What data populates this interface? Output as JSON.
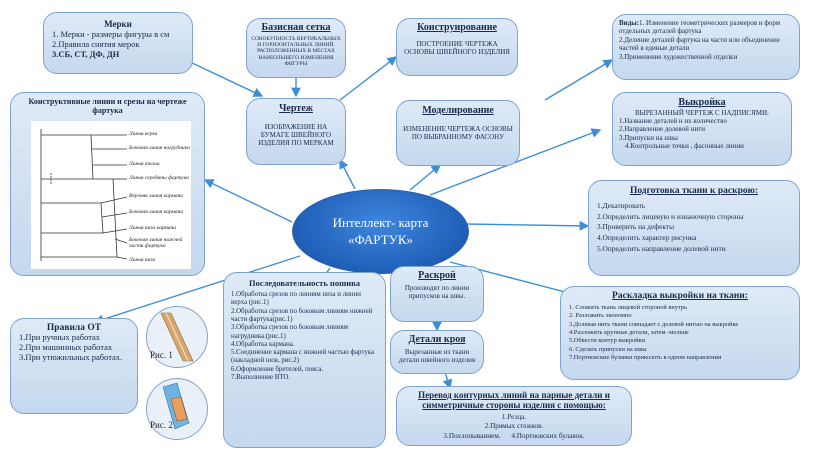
{
  "center": {
    "line1": "Интеллект- карта",
    "line2": "«ФАРТУК»"
  },
  "merki": {
    "title": "Мерки",
    "items": [
      "1. Мерки - размеры фигуры в см",
      "2.Правила снятия мерок",
      "3.СБ, СТ, ДФ, ДН"
    ]
  },
  "setka": {
    "title": "Базисная сетка",
    "text": "СОВОКУПНОСТЬ ВЕРТИКАЛЬНЫХ И ГОРИЗОНТАЛЬНЫХ ЛИНИЙ, РАСПОЛОЖЕННЫХ В МЕСТАХ НАИБОЛЬШЕГО ИЗМЕНЕНИЯ ФИГУРЫ"
  },
  "konstr": {
    "title": "Конструирование",
    "text": "ПОСТРОЕНИЕ ЧЕРТЕЖА ОСНОВЫ ШВЕЙНОГО ИЗДЕЛИЯ"
  },
  "vidy": {
    "label": "Виды:",
    "items": [
      "1. Изменение геометрических размеров и форм отдельных деталей фартука",
      "2.Деление деталей фартука на части или объединение частей в единые детали",
      "3.Применение художественной отделки"
    ]
  },
  "cherezh": {
    "title": "Чертеж",
    "text": "ИЗОБРАЖЕНИЕ НА БУМАГЕ ШВЕЙНОГО ИЗДЕЛИЯ ПО МЕРКАМ"
  },
  "model": {
    "title": "Моделирование",
    "text": "ИЗМЕНЕНИЕ ЧЕРТЕЖА ОСНОВЫ ПО ВЫБРАННОМУ ФАСОНУ"
  },
  "vykroyka": {
    "title": "Выкройка",
    "subtitle": "ВЫРЕЗАННЫЙ ЧЕРТЕЖ С НАДПИСЯМИ:",
    "items": [
      "1.Название деталей и их количество",
      "2.Направление долевой нити",
      "3.Припуски на швы",
      "4.Контрольные точки , фасонные линии"
    ]
  },
  "konstlines": {
    "title": "Конструктивные линии и срезы на чертеже фартука",
    "labels": [
      "Линия верха",
      "Боковая линия нагрудника",
      "Линия талии",
      "Линия середины фартука",
      "Верхняя линия кармана",
      "Боковая линия кармана",
      "Линия низа кармана",
      "Боковая линия нижней части фартука",
      "Линия низа"
    ]
  },
  "podgot": {
    "title": "Подготовка ткани к раскрою:",
    "items": [
      "1.Декатировать",
      "2.Определить лицевую и изнаночную стороны",
      "3.Проверить на дефекты",
      "4.Определить характер рисунка",
      "5.Определить направление долевой нити"
    ]
  },
  "posled": {
    "title": "Последовательность пошива",
    "items": [
      "1.Обработка срезов по линиям низа и линии верха (рис.1)",
      "2.Обработка срезов по боковым линиям нижней части фартука(рис.1)",
      "3.Обработка срезов по боковым линиям нагрудника.(рис.1)",
      "4.Обработка кармана.",
      "5.Соединение кармана с нижней частью фартука (накладной шов, рис.2)",
      "6.Оформление бретелей, пояса.",
      "7.Выполнение ВТО."
    ]
  },
  "raskroy": {
    "title": "Раскрой",
    "text": "Производят по линии припусков на швы."
  },
  "raskladka": {
    "title": "Раскладка выкройки на ткани:",
    "items": [
      "1. Сложить ткань лицевой стороной внутрь",
      "2. Разложить экономно",
      "3.Долевая нить ткани совпадает с долевой нитью на выкройке",
      "4.Разложить крупные детали, затем -мелкие",
      "5.Обвести контур выкройки",
      "6. Сделать припуски на швы",
      "7.Портновские булавки приколоть в одном направлении"
    ]
  },
  "pravila": {
    "title": "Правила ОТ",
    "items": [
      "1.При ручных работах",
      "2.При машинных работах",
      "3.При утюжильных работах."
    ]
  },
  "detali": {
    "title": "Детали кроя",
    "text": "Вырезанные из ткани детали швейного изделия"
  },
  "perevod": {
    "title": "Перевод контурных линий на парные детали и симметричные стороны изделия с помощью:",
    "items": [
      "1.Резца.",
      "2.Прямых стежков.",
      "3.Похлопыванием.",
      "4.Портновских булавок."
    ]
  },
  "figures": {
    "fig1": "Рис. 1",
    "fig2": "Рис. 2"
  }
}
